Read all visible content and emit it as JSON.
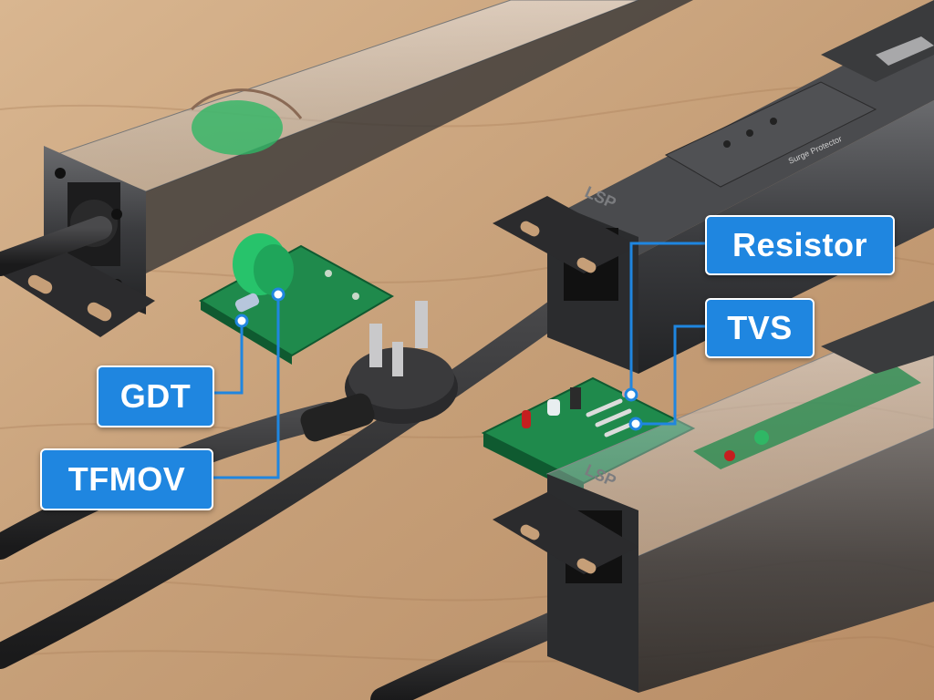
{
  "labels": {
    "resistor": "Resistor",
    "tvs": "TVS",
    "gdt": "GDT",
    "tfmov": "TFMOV"
  },
  "product": {
    "brand_mark": "LSP",
    "module_text": "Surge Protector"
  },
  "colors": {
    "callout": "#1f86e0",
    "wood": "#c8a27c",
    "pdu_body": "#3a3b3d",
    "pcb": "#1f8a4c",
    "gdt_mov": "#29c46a"
  }
}
